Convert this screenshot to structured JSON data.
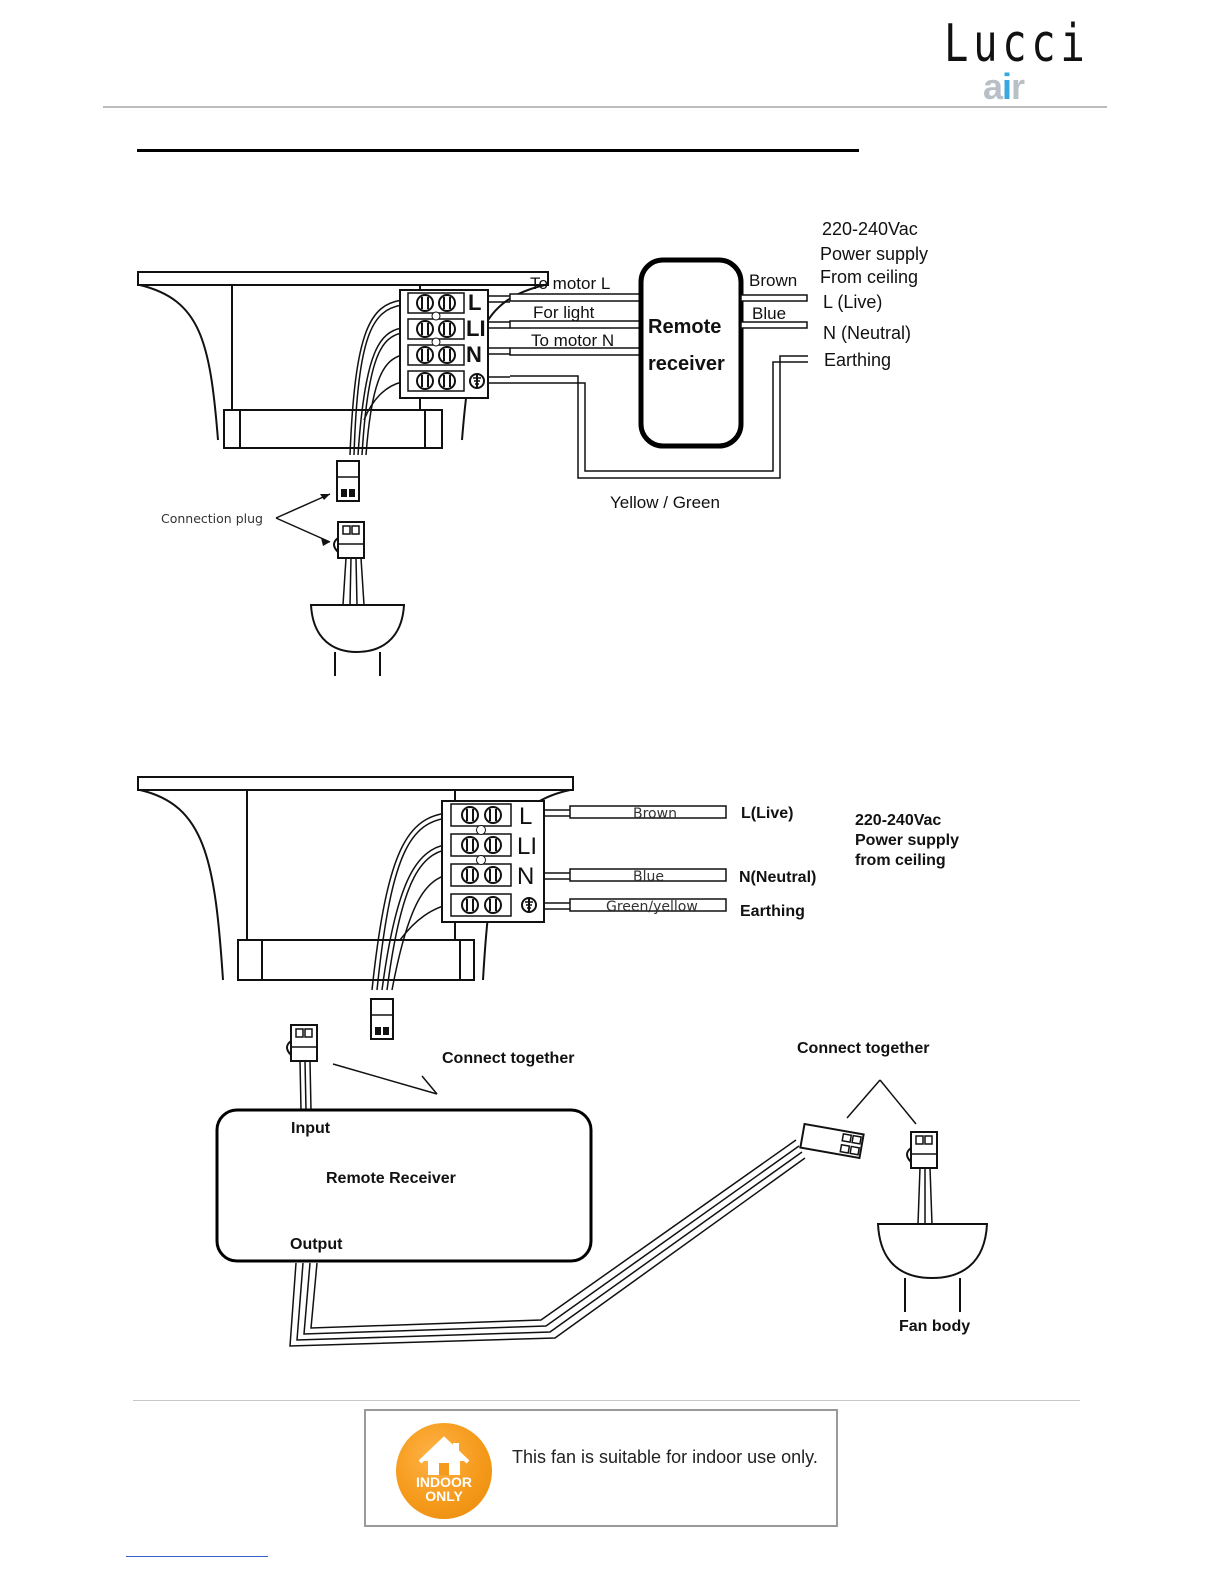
{
  "brand": {
    "name": "Lucci",
    "sub_a": "a",
    "sub_i": "i",
    "sub_r": "r"
  },
  "diagram1": {
    "to_motor_l": "To motor L",
    "for_light": "For light",
    "to_motor_n": "To motor N",
    "receiver_line1": "Remote",
    "receiver_line2": "receiver",
    "brown": "Brown",
    "blue": "Blue",
    "supply_line1": "220-240Vac",
    "supply_line2": "Power supply",
    "supply_line3": "From ceiling",
    "live": "L (Live)",
    "neutral": "N (Neutral)",
    "earthing": "Earthing",
    "yellow_green": "Yellow / Green",
    "connection_plug": "Connection plug",
    "term_l": "L",
    "term_li": "LI",
    "term_n": "N"
  },
  "diagram2": {
    "brown": "Brown",
    "blue": "Blue",
    "green_yellow": "Green/yellow",
    "live": "L(Live)",
    "neutral": "N(Neutral)",
    "earthing": "Earthing",
    "supply_line1": "220-240Vac",
    "supply_line2": "Power supply",
    "supply_line3": "from ceiling",
    "connect_together_1": "Connect together",
    "connect_together_2": "Connect together",
    "input": "Input",
    "receiver": "Remote Receiver",
    "output": "Output",
    "fan_body": "Fan body",
    "term_l": "L",
    "term_li": "LI",
    "term_n": "N"
  },
  "notice": {
    "badge_line1": "INDOOR",
    "badge_line2": "ONLY",
    "text": "This fan is suitable for indoor use only.",
    "icon": "house-icon",
    "badge_color": "#f59a1b"
  }
}
